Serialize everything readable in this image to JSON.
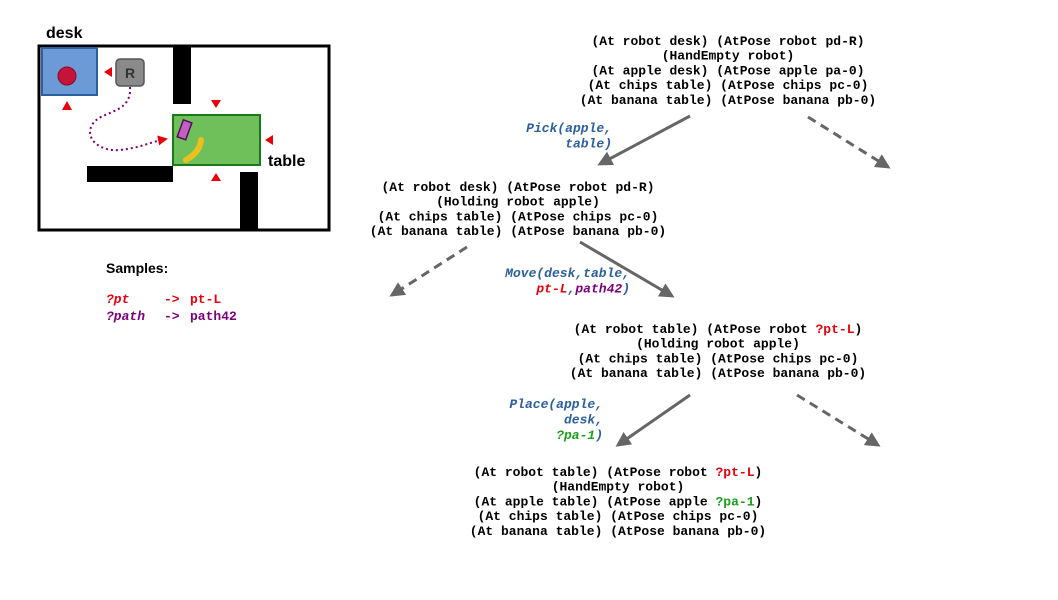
{
  "map": {
    "desk_label": "desk",
    "table_label": "table",
    "robot_label": "R"
  },
  "samples": {
    "heading": "Samples:",
    "rows": [
      {
        "var": "?pt",
        "arrow": "->",
        "value": "pt-L"
      },
      {
        "var": "?path",
        "arrow": "->",
        "value": "path42"
      }
    ]
  },
  "colors": {
    "red": "#e8000b",
    "purple": "#7b007b",
    "green": "#1aa01a",
    "blue": "#2b5f9e",
    "arrow": "#666666"
  },
  "states": [
    {
      "lines": [
        [
          {
            "t": "(At robot desk)  (AtPose robot pd-R)"
          }
        ],
        [
          {
            "t": "(HandEmpty robot)"
          }
        ],
        [
          {
            "t": "(At apple desk)  (AtPose apple pa-0)"
          }
        ],
        [
          {
            "t": "(At chips table)  (AtPose chips pc-0)"
          }
        ],
        [
          {
            "t": "(At banana table)  (AtPose banana pb-0)"
          }
        ]
      ]
    },
    {
      "lines": [
        [
          {
            "t": "(At robot desk)  (AtPose robot pd-R)"
          }
        ],
        [
          {
            "t": "(Holding robot apple)"
          }
        ],
        [
          {
            "t": "(At chips table)  (AtPose chips pc-0)"
          }
        ],
        [
          {
            "t": "(At banana table)  (AtPose banana pb-0)"
          }
        ]
      ]
    },
    {
      "lines": [
        [
          {
            "t": "(At robot table)  (AtPose robot "
          },
          {
            "t": "?pt-L",
            "c": "red"
          },
          {
            "t": ")"
          }
        ],
        [
          {
            "t": "(Holding robot apple)"
          }
        ],
        [
          {
            "t": "(At chips table)  (AtPose chips pc-0)"
          }
        ],
        [
          {
            "t": "(At banana table)  (AtPose banana pb-0)"
          }
        ]
      ]
    },
    {
      "lines": [
        [
          {
            "t": "(At robot table)  (AtPose robot "
          },
          {
            "t": "?pt-L",
            "c": "red"
          },
          {
            "t": ")"
          }
        ],
        [
          {
            "t": "(HandEmpty robot)"
          }
        ],
        [
          {
            "t": "(At apple table)  (AtPose apple "
          },
          {
            "t": "?pa-1",
            "c": "green"
          },
          {
            "t": ")"
          }
        ],
        [
          {
            "t": "(At chips table)  (AtPose chips pc-0)"
          }
        ],
        [
          {
            "t": "(At banana table)  (AtPose banana pb-0)"
          }
        ]
      ]
    }
  ],
  "actions": [
    {
      "lines": [
        [
          {
            "t": "Pick(apple,",
            "c": "blue"
          }
        ],
        [
          {
            "t": "table)",
            "c": "blue"
          }
        ]
      ]
    },
    {
      "lines": [
        [
          {
            "t": "Move(desk,table,",
            "c": "blue"
          }
        ],
        [
          {
            "t": "pt-L",
            "c": "red"
          },
          {
            "t": ",",
            "c": "blue"
          },
          {
            "t": "path42",
            "c": "purple"
          },
          {
            "t": ")",
            "c": "blue"
          }
        ]
      ]
    },
    {
      "lines": [
        [
          {
            "t": "Place(apple,",
            "c": "blue"
          }
        ],
        [
          {
            "t": "desk,",
            "c": "blue"
          }
        ],
        [
          {
            "t": "?pa-1",
            "c": "green"
          },
          {
            "t": ")",
            "c": "blue"
          }
        ]
      ]
    }
  ]
}
